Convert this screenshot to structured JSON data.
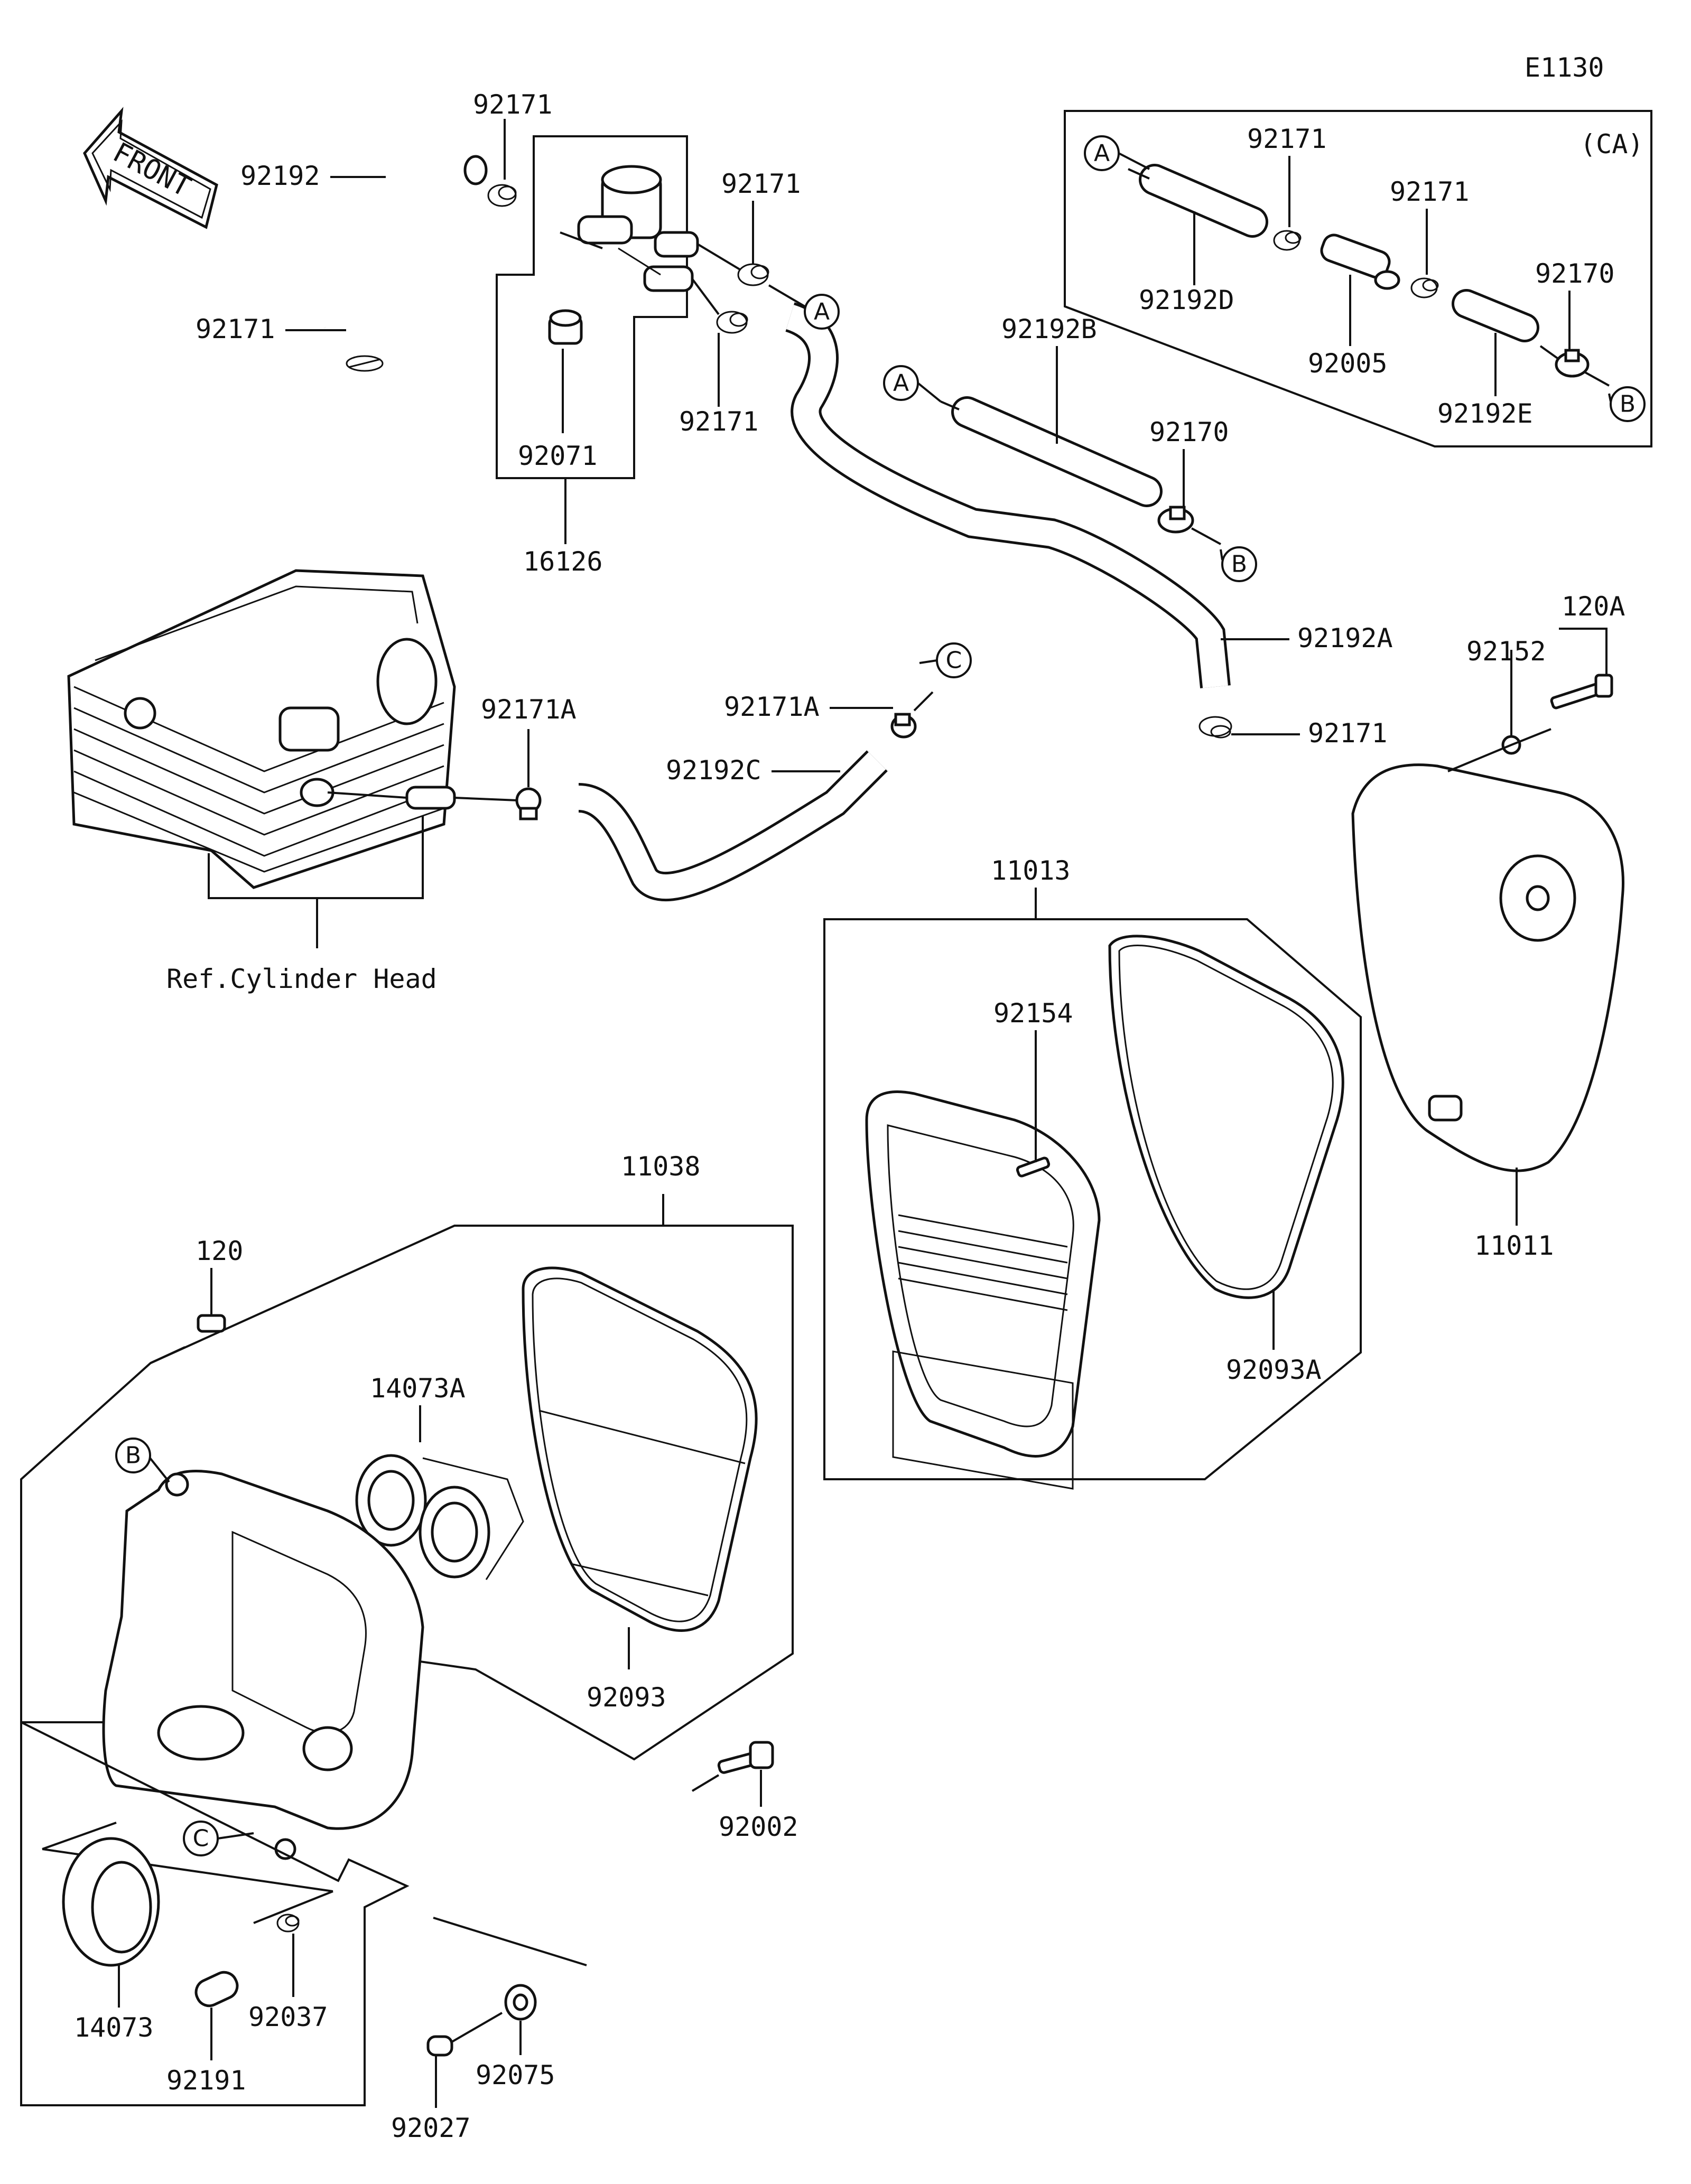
{
  "diagram_code": "E1130",
  "front_label": "FRONT",
  "variant_label": "(CA)",
  "ref_label": "Ref.Cylinder Head",
  "parts": {
    "p92171_a": "92171",
    "p92171_b": "92171",
    "p92171_c": "92171",
    "p92171_d": "92171",
    "p92171_e": "92171",
    "p92171_f": "92171",
    "p92171_g": "92171",
    "p92192": "92192",
    "p92071": "92071",
    "p16126": "16126",
    "p92192D": "92192D",
    "p92005": "92005",
    "p92170_a": "92170",
    "p92192E": "92192E",
    "p92192B": "92192B",
    "p92170_b": "92170",
    "p92192A": "92192A",
    "p92171A_a": "92171A",
    "p92171A_b": "92171A",
    "p92192C": "92192C",
    "p120A": "120A",
    "p92152": "92152",
    "p11013": "11013",
    "p92154": "92154",
    "p11011": "11011",
    "p92093A": "92093A",
    "p11038": "11038",
    "p120": "120",
    "p14073A": "14073A",
    "p92093": "92093",
    "p92002": "92002",
    "p14073": "14073",
    "p92037": "92037",
    "p92191": "92191",
    "p92027": "92027",
    "p92075": "92075"
  },
  "refs": {
    "A1": "A",
    "A2": "A",
    "A3": "A",
    "B1": "B",
    "B2": "B",
    "B3": "B",
    "C1": "C",
    "C2": "C"
  }
}
